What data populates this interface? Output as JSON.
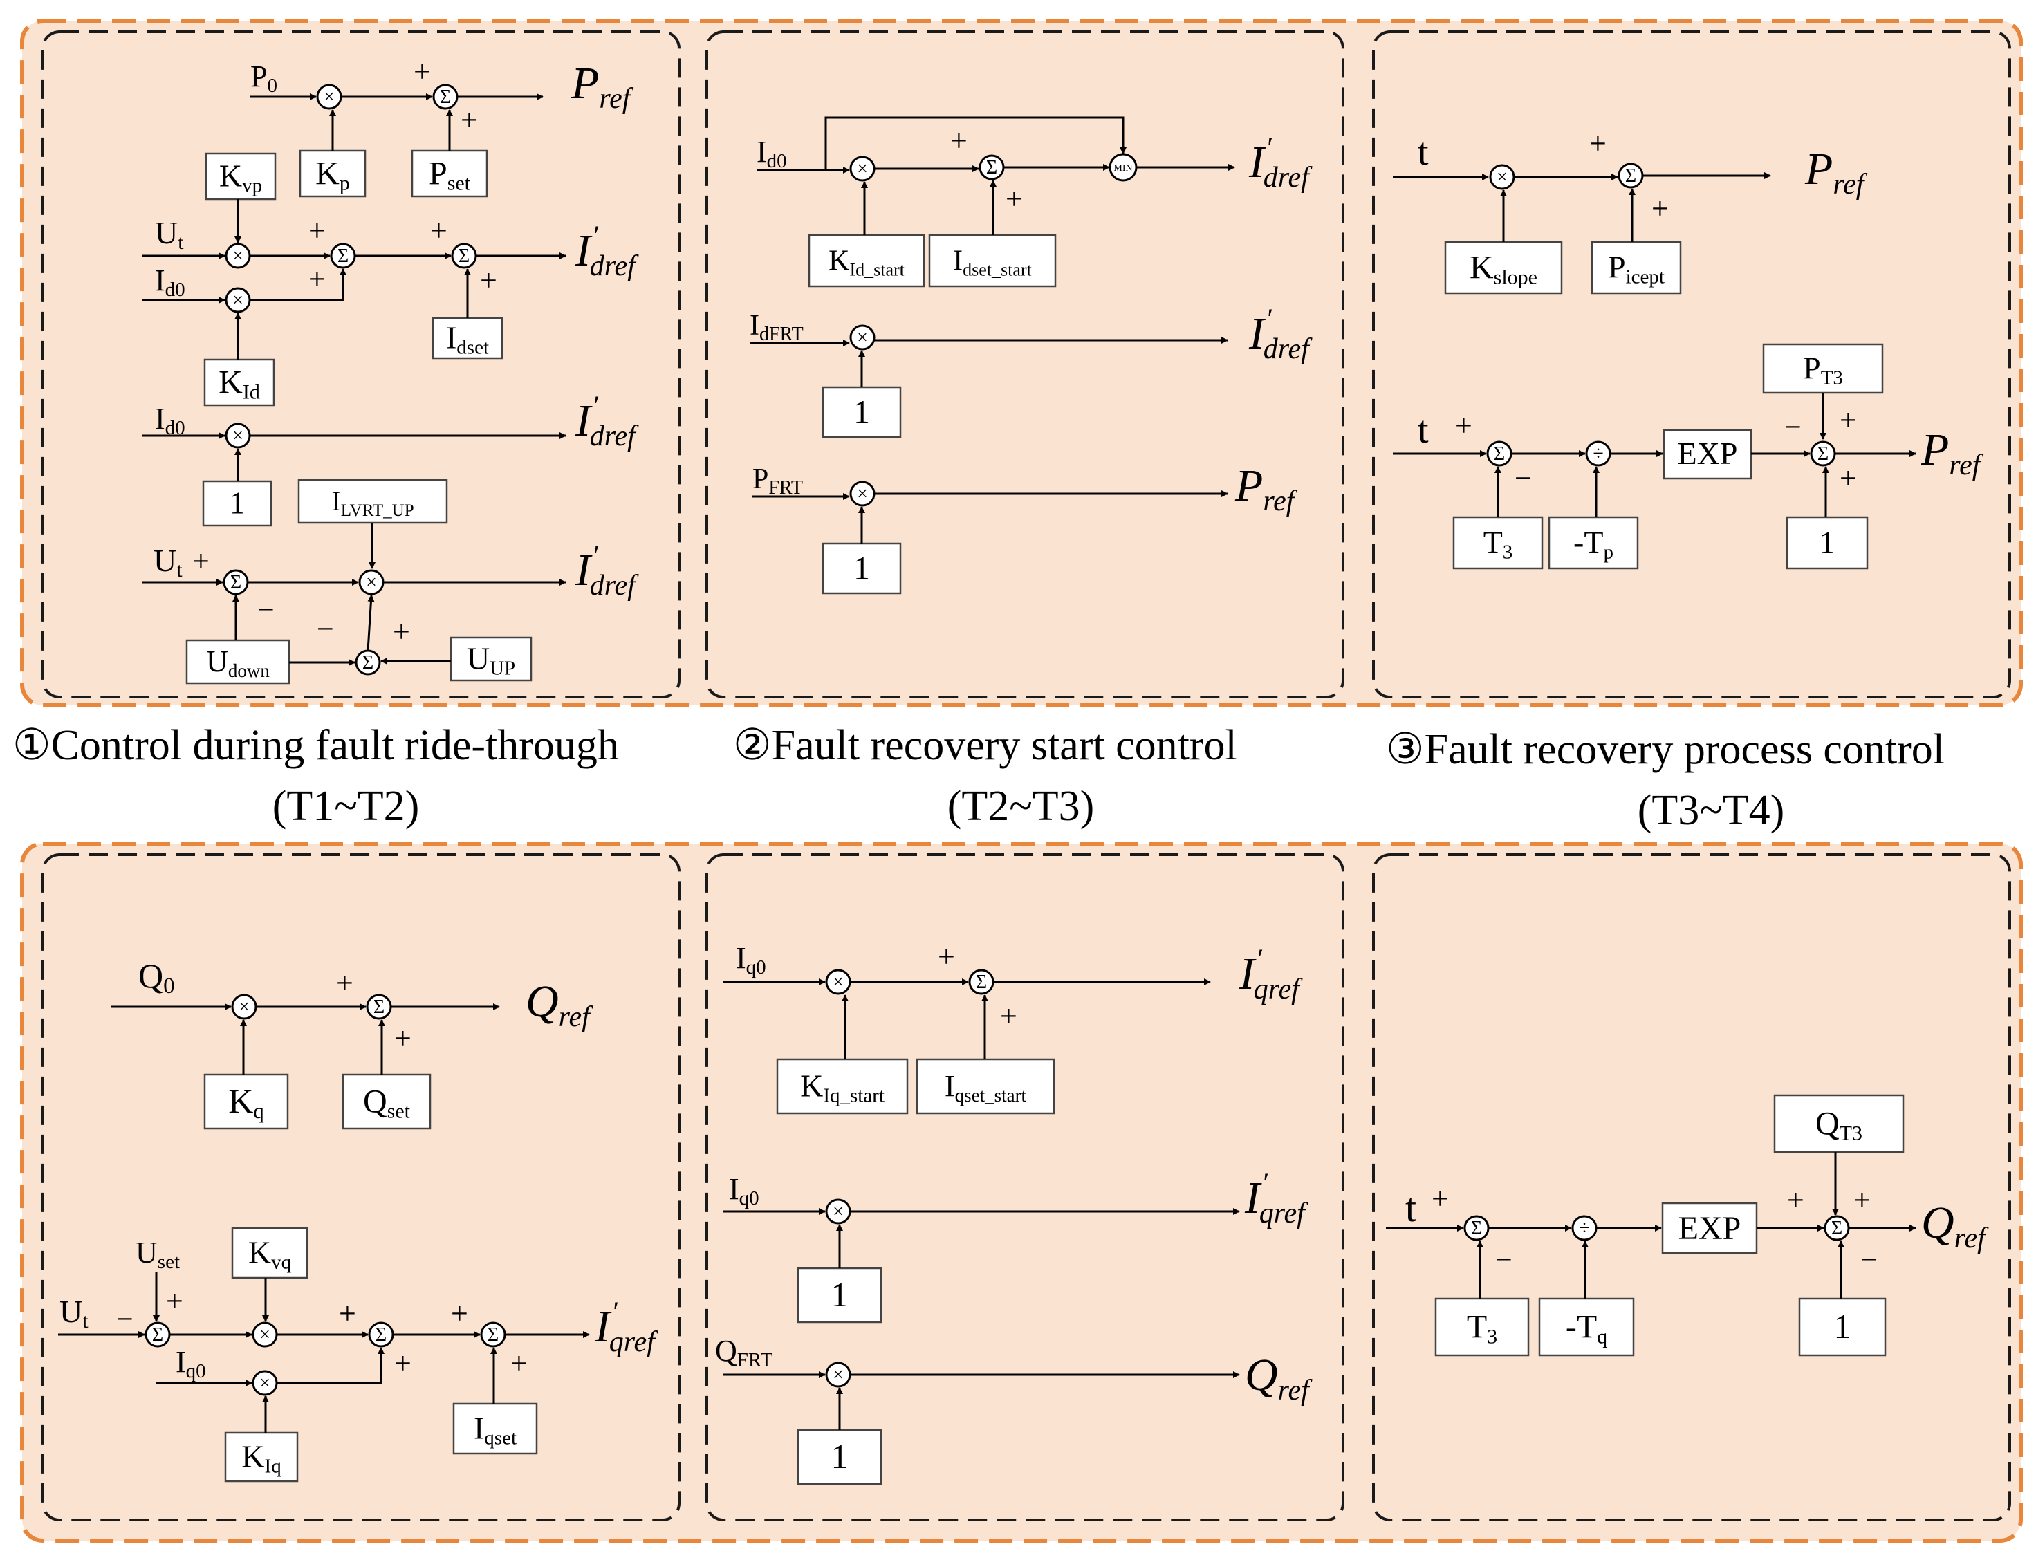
{
  "captions": [
    {
      "title": "①Control during fault ride-through",
      "period": "(T1~T2)"
    },
    {
      "title": "②Fault recovery start control",
      "period": "(T2~T3)"
    },
    {
      "title": "③Fault recovery process control",
      "period": "(T3~T4)"
    }
  ],
  "symbols": {
    "times": "×",
    "sum": "Σ",
    "divide": "÷",
    "min": "MIN",
    "exp": "EXP",
    "plus": "+",
    "minus": "−",
    "prime": "′",
    "one": "1"
  },
  "panel1": {
    "P0": "P0",
    "Kp": "Kp",
    "Kvp": "Kvp",
    "Pset": "Pset",
    "Ut": "Ut",
    "Id0": "Id0",
    "KId": "KId",
    "Idset": "Idset",
    "ILVRT_UP": "ILVRT_UP",
    "Udown": "Udown",
    "UUP": "UUP"
  },
  "panel2": {
    "Id0": "Id0",
    "KId_start": "KId_start",
    "Idset_start": "Idset_start",
    "IdFRT": "IdFRT",
    "PFRT": "PFRT"
  },
  "panel3": {
    "t": "t",
    "Kslope": "Kslope",
    "Picept": "Picept",
    "PT3": "PT3",
    "T3": "T3",
    "Tp": "-Tp"
  },
  "panel4": {
    "Q0": "Q0",
    "Kq": "Kq",
    "Qset": "Qset",
    "Uset": "Uset",
    "Kvq": "Kvq",
    "Ut": "Ut",
    "Iq0": "Iq0",
    "KIq": "KIq",
    "Iqset": "Iqset"
  },
  "panel5": {
    "Iq0": "Iq0",
    "KIq_start": "KIq_start",
    "Iqset_start": "Iqset_start",
    "QFRT": "QFRT"
  },
  "panel6": {
    "t": "t",
    "QT3": "QT3",
    "T3": "T3",
    "Tq": "-Tq"
  },
  "outputs": {
    "P": "P",
    "I": "I",
    "Q": "Q",
    "ref": "ref",
    "dref": "dref",
    "qref": "qref"
  },
  "colors": {
    "background": "#fbe3d2",
    "outer_border": "#e8873b",
    "inner_border": "#1a1a1a",
    "box_fill": "#ffffff",
    "line": "#000000"
  }
}
